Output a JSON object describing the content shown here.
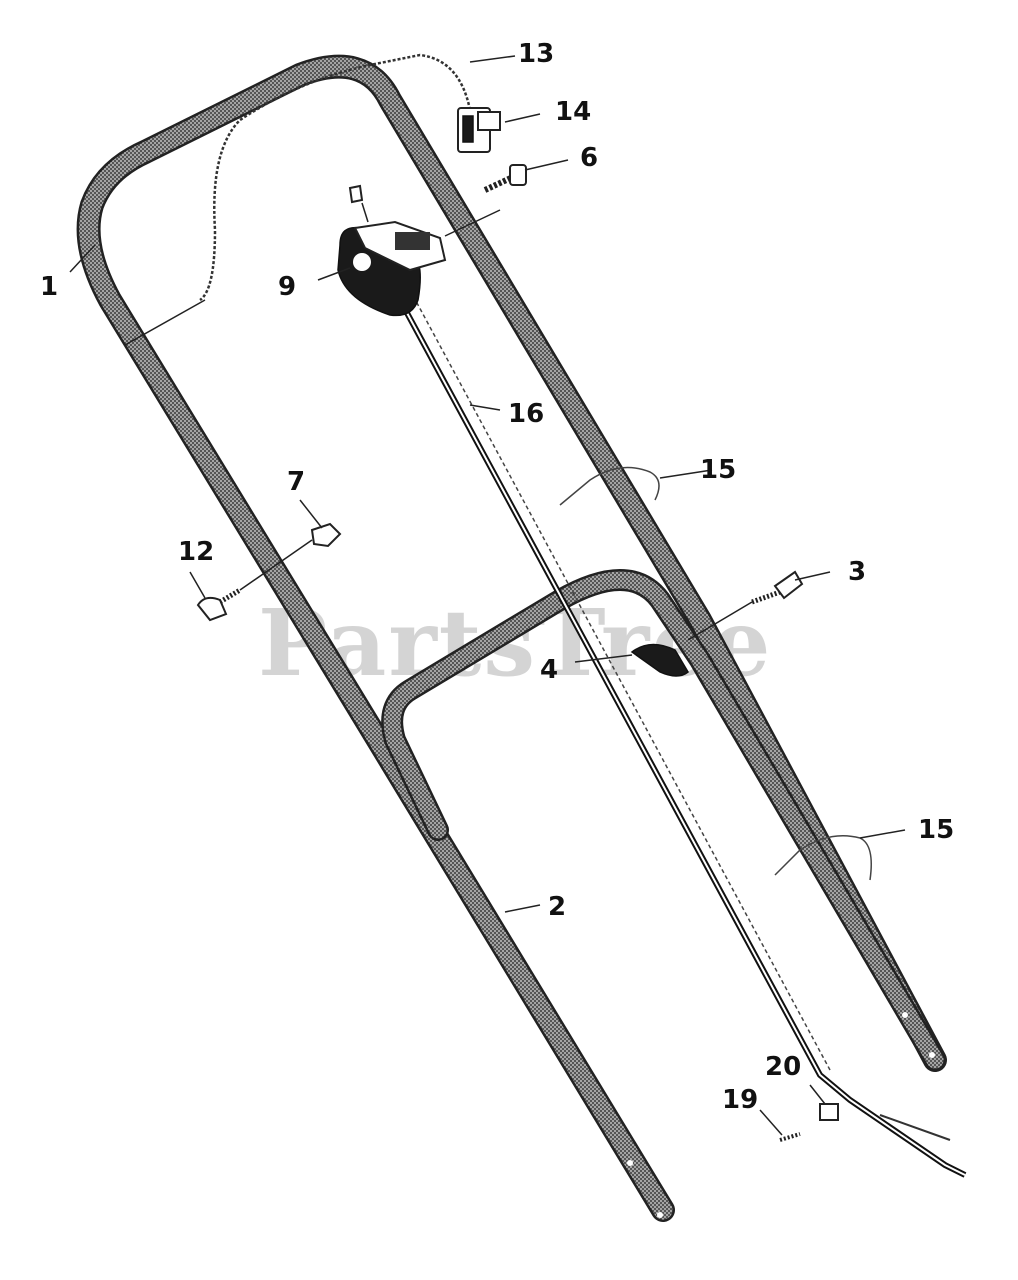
{
  "watermark": "PartsTree",
  "callouts": [
    {
      "id": "c1",
      "label": "1"
    },
    {
      "id": "c2",
      "label": "2"
    },
    {
      "id": "c3",
      "label": "3"
    },
    {
      "id": "c4",
      "label": "4"
    },
    {
      "id": "c6",
      "label": "6"
    },
    {
      "id": "c7",
      "label": "7"
    },
    {
      "id": "c9",
      "label": "9"
    },
    {
      "id": "c12",
      "label": "12"
    },
    {
      "id": "c13",
      "label": "13"
    },
    {
      "id": "c14",
      "label": "14"
    },
    {
      "id": "c15a",
      "label": "15"
    },
    {
      "id": "c15b",
      "label": "15"
    },
    {
      "id": "c16",
      "label": "16"
    },
    {
      "id": "c19",
      "label": "19"
    },
    {
      "id": "c20",
      "label": "20"
    }
  ]
}
